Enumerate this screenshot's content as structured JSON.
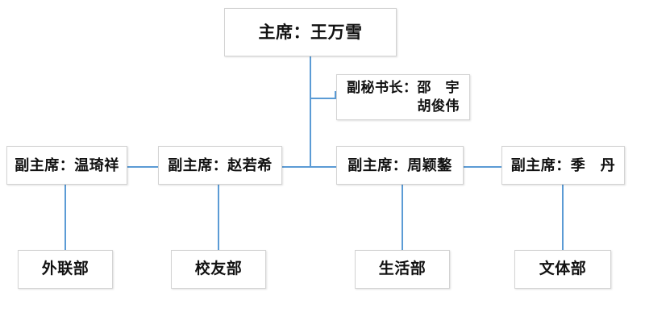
{
  "chart_data": {
    "type": "diagram",
    "title": "",
    "diagram_kind": "organization-chart",
    "orientation": "top-down",
    "line_color": "#5b9bd5",
    "box_border_color": "#d3d3d3",
    "box_fill_color": "#ffffff",
    "text_color": "#111111",
    "nodes": [
      {
        "id": "chair",
        "label": "主席：王万雪",
        "level": 0
      },
      {
        "id": "secretary",
        "label": "副秘书长：邵　宇\n　　　　　胡俊伟",
        "level": 1
      },
      {
        "id": "vice1",
        "label": "副主席：温琦祥",
        "level": 2
      },
      {
        "id": "vice2",
        "label": "副主席：赵若希",
        "level": 2
      },
      {
        "id": "vice3",
        "label": "副主席：周颖鏊",
        "level": 2
      },
      {
        "id": "vice4",
        "label": "副主席：季　丹",
        "level": 2
      },
      {
        "id": "dept1",
        "label": "外联部",
        "level": 3
      },
      {
        "id": "dept2",
        "label": "校友部",
        "level": 3
      },
      {
        "id": "dept3",
        "label": "生活部",
        "level": 3
      },
      {
        "id": "dept4",
        "label": "文体部",
        "level": 3
      }
    ],
    "edges": [
      {
        "from": "chair",
        "to": "secretary"
      },
      {
        "from": "chair",
        "to": "vice1"
      },
      {
        "from": "chair",
        "to": "vice2"
      },
      {
        "from": "chair",
        "to": "vice3"
      },
      {
        "from": "chair",
        "to": "vice4"
      },
      {
        "from": "vice1",
        "to": "dept1"
      },
      {
        "from": "vice2",
        "to": "dept2"
      },
      {
        "from": "vice3",
        "to": "dept3"
      },
      {
        "from": "vice4",
        "to": "dept4"
      }
    ]
  },
  "chart": {
    "chairman": {
      "label": "主席：王万雪"
    },
    "secretary": {
      "label": "副秘书长：邵　宇\n　　　　　胡俊伟",
      "line1": "副秘书长：邵　宇",
      "line2": "胡俊伟"
    },
    "vice_chairs": [
      {
        "label": "副主席：温琦祥"
      },
      {
        "label": "副主席：赵若希"
      },
      {
        "label": "副主席：周颖鏊"
      },
      {
        "label": "副主席：季　丹"
      }
    ],
    "departments": [
      {
        "label": "外联部"
      },
      {
        "label": "校友部"
      },
      {
        "label": "生活部"
      },
      {
        "label": "文体部"
      }
    ]
  }
}
